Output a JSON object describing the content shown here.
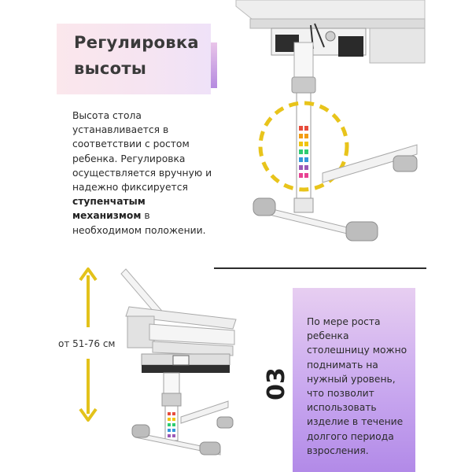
{
  "title": "Регулировка\nвысоты",
  "description": {
    "part1": "Высота стола устанавливается в соответствии с ростом ребенка. Регулировка осуществляется вручную и надежно фиксируется ",
    "bold": "ступенчатым механизмом",
    "part2": " в необходимом положении."
  },
  "height_range": "от 51-76 см",
  "step_number": "03",
  "note": "По мере роста ребенка столешницу можно поднимать на нужный уровень, что позволит использовать изделие в течение долгого периода взросления.",
  "colors": {
    "arrow": "#e3c21a",
    "dashed_circle": "#e8c41b",
    "accent_purple": "#b28ae8",
    "accent_pink": "#fbe7ec"
  },
  "icons": [
    "height-arrow-icon",
    "dashed-highlight-circle"
  ]
}
